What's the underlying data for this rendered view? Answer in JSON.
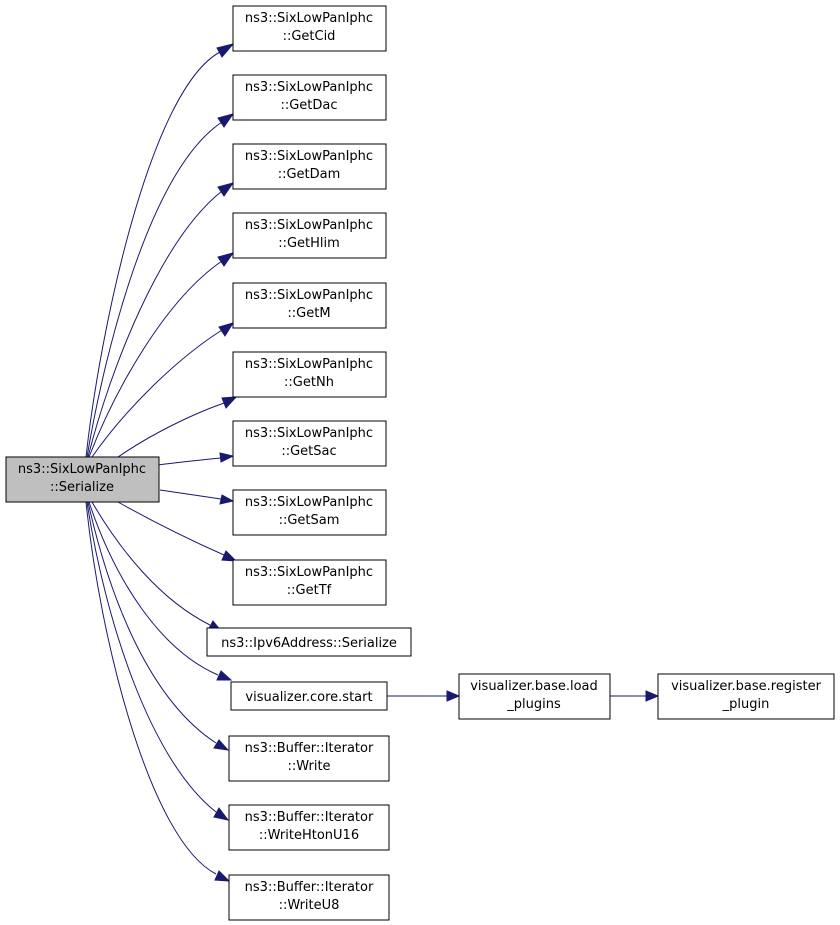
{
  "graph": {
    "root": {
      "lines": [
        "ns3::SixLowPanIphc",
        "::Serialize"
      ]
    },
    "callees": [
      {
        "id": "getcid",
        "lines": [
          "ns3::SixLowPanIphc",
          "::GetCid"
        ]
      },
      {
        "id": "getdac",
        "lines": [
          "ns3::SixLowPanIphc",
          "::GetDac"
        ]
      },
      {
        "id": "getdam",
        "lines": [
          "ns3::SixLowPanIphc",
          "::GetDam"
        ]
      },
      {
        "id": "gethlim",
        "lines": [
          "ns3::SixLowPanIphc",
          "::GetHlim"
        ]
      },
      {
        "id": "getm",
        "lines": [
          "ns3::SixLowPanIphc",
          "::GetM"
        ]
      },
      {
        "id": "getnh",
        "lines": [
          "ns3::SixLowPanIphc",
          "::GetNh"
        ]
      },
      {
        "id": "getsac",
        "lines": [
          "ns3::SixLowPanIphc",
          "::GetSac"
        ]
      },
      {
        "id": "getsam",
        "lines": [
          "ns3::SixLowPanIphc",
          "::GetSam"
        ]
      },
      {
        "id": "gettf",
        "lines": [
          "ns3::SixLowPanIphc",
          "::GetTf"
        ]
      },
      {
        "id": "ipv6ser",
        "lines": [
          "ns3::Ipv6Address::Serialize"
        ]
      },
      {
        "id": "vizstart",
        "lines": [
          "visualizer.core.start"
        ]
      },
      {
        "id": "write",
        "lines": [
          "ns3::Buffer::Iterator",
          "::Write"
        ]
      },
      {
        "id": "writehton",
        "lines": [
          "ns3::Buffer::Iterator",
          "::WriteHtonU16"
        ]
      },
      {
        "id": "writeu8",
        "lines": [
          "ns3::Buffer::Iterator",
          "::WriteU8"
        ]
      }
    ],
    "chain": [
      {
        "id": "loadplugins",
        "lines": [
          "visualizer.base.load",
          "_plugins"
        ]
      },
      {
        "id": "registerplugin",
        "lines": [
          "visualizer.base.register",
          "_plugin"
        ]
      }
    ],
    "edge_color": "#191970",
    "root_fill": "#bfbfbf"
  }
}
